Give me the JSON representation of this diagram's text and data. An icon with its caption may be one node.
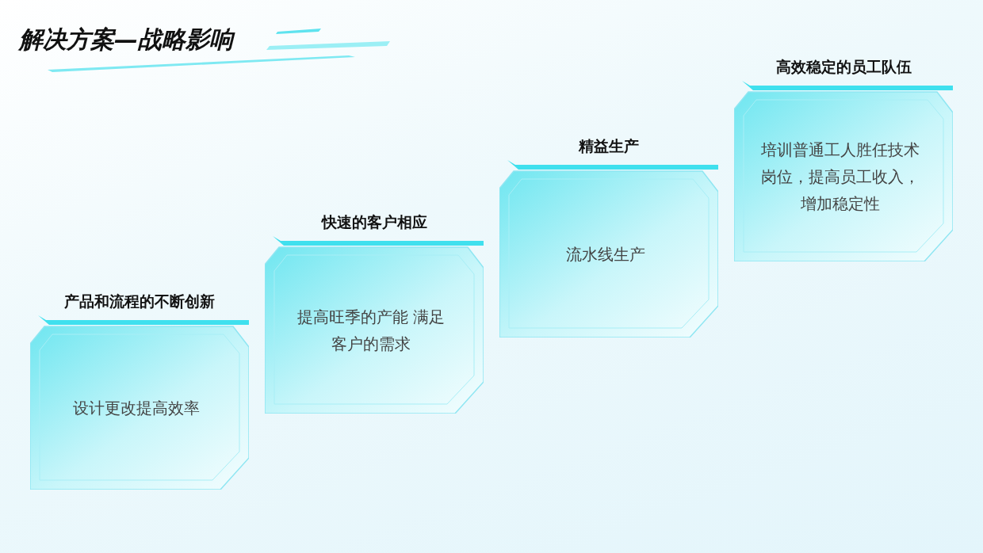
{
  "diagram": {
    "title": "解决方案—战略影响",
    "nodes": [
      {
        "text": [
          "产品和流程的不断创新",
          "设计更改提高效率"
        ]
      },
      {
        "text": [
          "快速的客户相应",
          "提高旺季的产能 满足客户的需求"
        ]
      },
      {
        "text": [
          "精益生产",
          "流水线生产"
        ]
      },
      {
        "text": [
          "高效稳定的员工队伍",
          "培训普通工人胜任技术岗位，提高员工收入，增加稳定性"
        ]
      }
    ]
  }
}
